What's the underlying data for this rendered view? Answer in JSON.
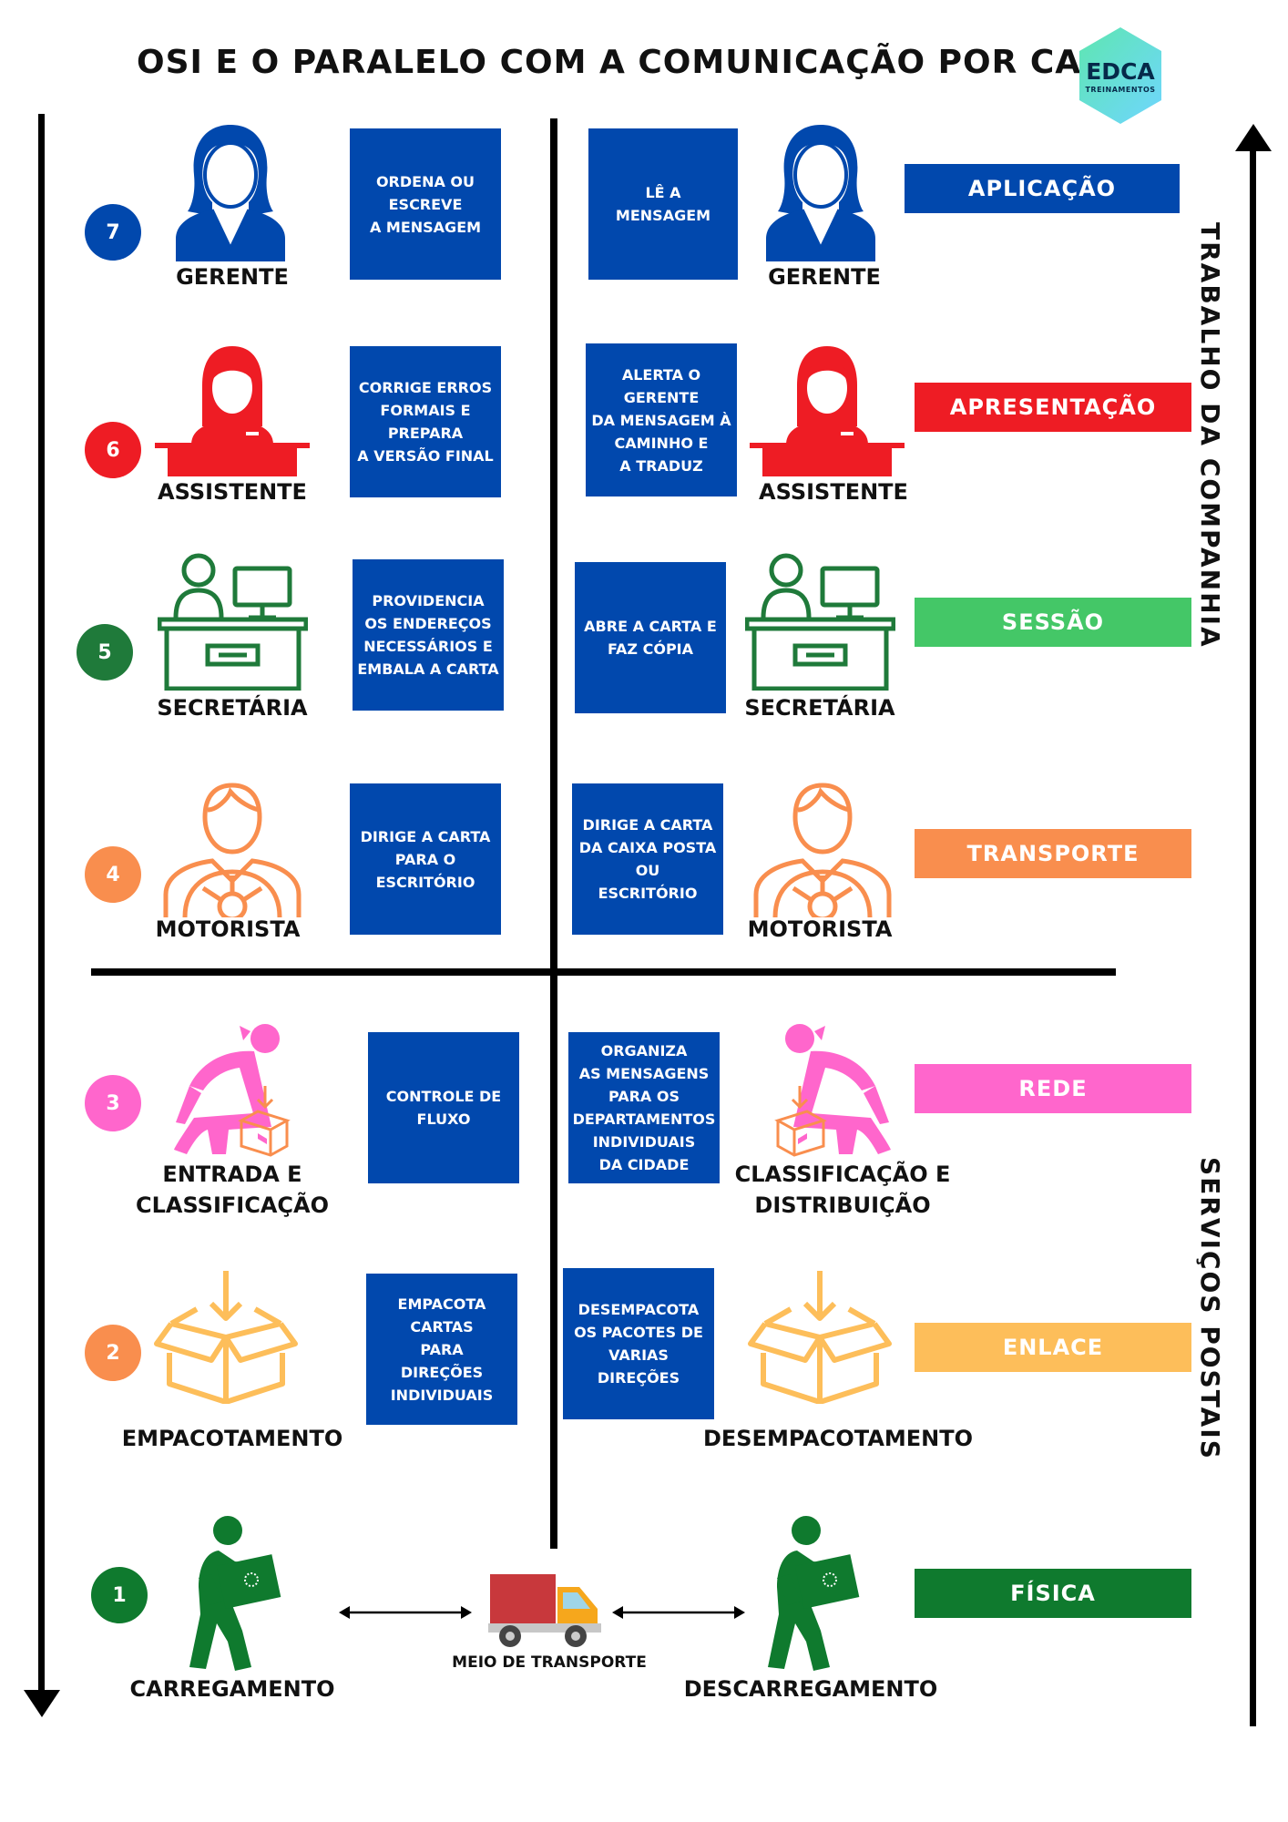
{
  "title": "OSI E O PARALELO COM A COMUNICAÇÃO POR CARTA",
  "logo": {
    "name": "EDCA",
    "sub": "TREINAMENTOS"
  },
  "side_labels": {
    "top": "TRABALHO DA COMPANHIA",
    "bottom": "SERVIÇOS POSTAIS"
  },
  "colors": {
    "blue": "#0148ad",
    "red": "#ee1c24",
    "green": "#1f7a3a",
    "light_green": "#44c767",
    "orange": "#f98e4e",
    "pink": "#ff66cc",
    "yellow": "#fdbe5a",
    "dark_green": "#0f7a2e"
  },
  "layers": [
    {
      "num": "7",
      "name": "APLICAÇÃO",
      "left_role": "GERENTE",
      "right_role": "GERENTE",
      "left_text": "ORDENA OU\nESCREVE\nA MENSAGEM",
      "right_text": "LÊ A\nMENSAGEM"
    },
    {
      "num": "6",
      "name": "APRESENTAÇÃO",
      "left_role": "ASSISTENTE",
      "right_role": "ASSISTENTE",
      "left_text": "CORRIGE ERROS\nFORMAIS E\nPREPARA\nA VERSÃO FINAL",
      "right_text": "ALERTA O\nGERENTE\nDA MENSAGEM À\nCAMINHO E\nA TRADUZ"
    },
    {
      "num": "5",
      "name": "SESSÃO",
      "left_role": "SECRETÁRIA",
      "right_role": "SECRETÁRIA",
      "left_text": "PROVIDENCIA\nOS ENDEREÇOS\nNECESSÁRIOS E\nEMBALA A CARTA",
      "right_text": "ABRE A CARTA E\nFAZ CÓPIA"
    },
    {
      "num": "4",
      "name": "TRANSPORTE",
      "left_role": "MOTORISTA",
      "right_role": "MOTORISTA",
      "left_text": "DIRIGE A CARTA\nPARA O\nESCRITÓRIO",
      "right_text": "DIRIGE A CARTA\nDA CAIXA POSTA\nOU\nESCRITÓRIO"
    },
    {
      "num": "3",
      "name": "REDE",
      "left_role": "ENTRADA E\nCLASSIFICAÇÃO",
      "right_role": "CLASSIFICAÇÃO E\nDISTRIBUIÇÃO",
      "left_text": "CONTROLE DE\nFLUXO",
      "right_text": "ORGANIZA\nAS MENSAGENS\nPARA OS\nDEPARTAMENTOS\nINDIVIDUAIS\nDA CIDADE"
    },
    {
      "num": "2",
      "name": "ENLACE",
      "left_role": "EMPACOTAMENTO",
      "right_role": "DESEMPACOTAMENTO",
      "left_text": "EMPACOTA\nCARTAS\nPARA\nDIREÇÕES\nINDIVIDUAIS",
      "right_text": "DESEMPACOTA\nOS PACOTES DE\nVARIAS\nDIREÇÕES"
    },
    {
      "num": "1",
      "name": "FÍSICA",
      "left_role": "CARREGAMENTO",
      "right_role": "DESCARREGAMENTO"
    }
  ],
  "transport_label": "MEIO DE TRANSPORTE",
  "icons": [
    "manager-icon",
    "assistant-icon",
    "secretary-icon",
    "driver-icon",
    "sorting-icon",
    "box-icon",
    "carrier-icon",
    "truck-icon"
  ]
}
